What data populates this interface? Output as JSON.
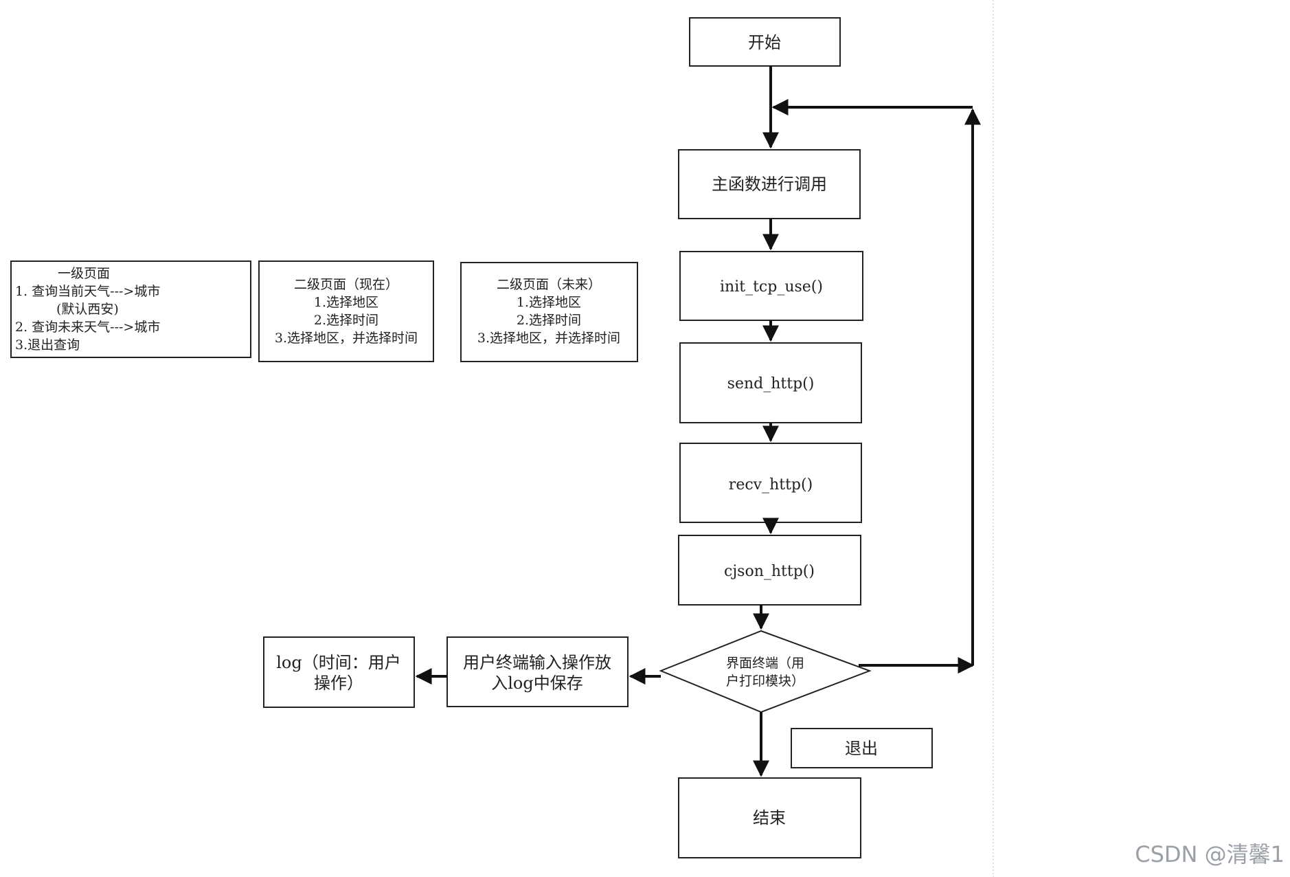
{
  "diagram": {
    "start": "开始",
    "main_call": "主函数进行调用",
    "init_tcp": "init_tcp_use()",
    "send_http": "send_http()",
    "recv_http": "recv_http()",
    "cjson_http": "cjson_http()",
    "ui_terminal": [
      "界面终端（用",
      "户打印模块）"
    ],
    "save_log": [
      "用户终端输入操作放",
      "入log中保存"
    ],
    "log_entry": [
      "log（时间：用户",
      "操作）"
    ],
    "exit_label": "退出",
    "end": "结束",
    "page_level1": [
      "一级页面",
      "1. 查询当前天气--->城市",
      "(默认西安)",
      "2. 查询未来天气--->城市",
      "3.退出查询"
    ],
    "page_level2_now": [
      "二级页面（现在）",
      "1.选择地区",
      "2.选择时间",
      "3.选择地区，并选择时间"
    ],
    "page_level2_future": [
      "二级页面（未来）",
      "1.选择地区",
      "2.选择时间",
      "3.选择地区，并选择时间"
    ]
  },
  "watermark": "CSDN @清馨1"
}
